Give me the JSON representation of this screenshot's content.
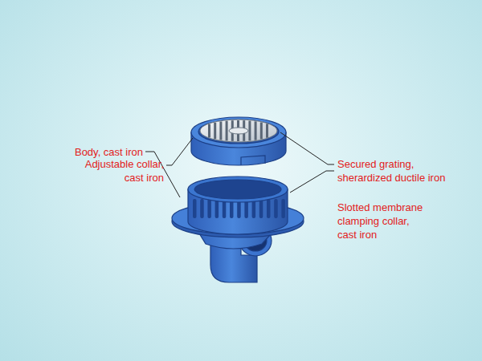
{
  "diagram": {
    "labels": [
      "Adjustable collar, cast iron",
      "Body, cast iron",
      "Secured grating, sherardized ductile iron",
      "Slotted membrane clamping collar, cast iron"
    ]
  }
}
